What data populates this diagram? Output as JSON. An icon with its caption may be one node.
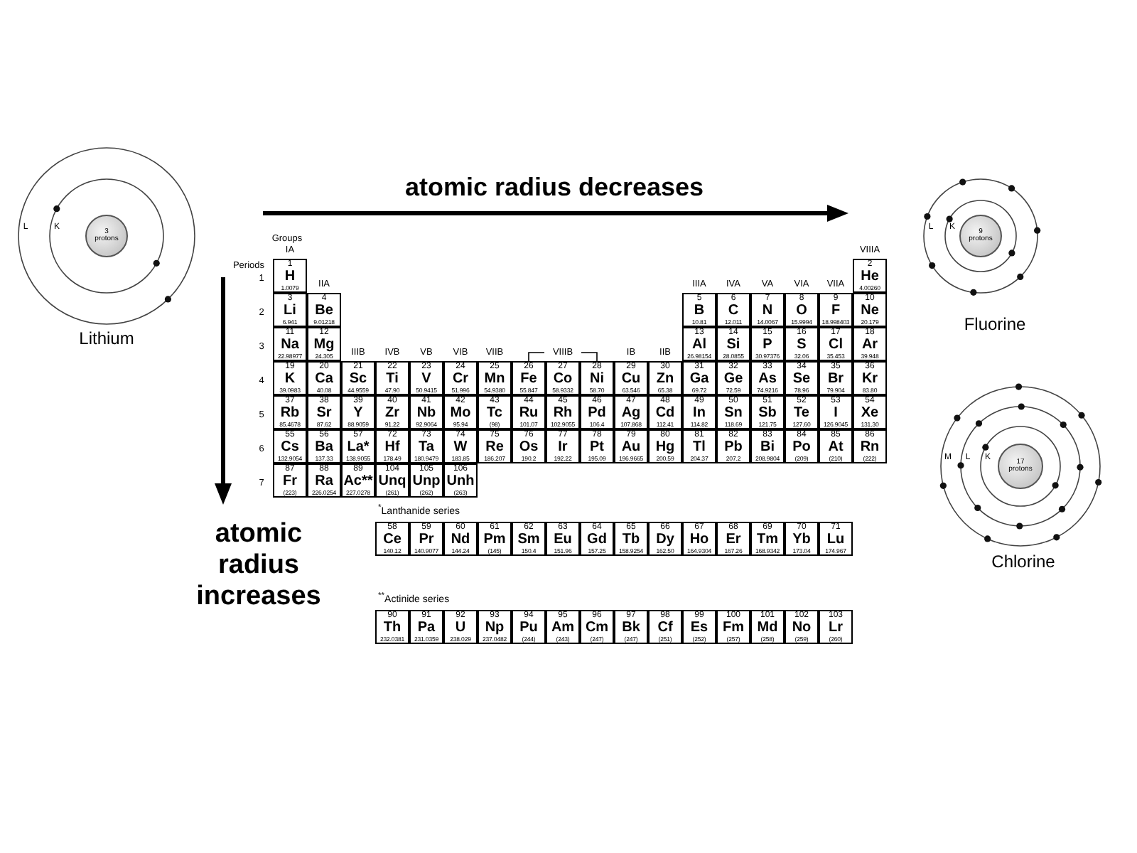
{
  "diagram": {
    "nodes": [
      {
        "text": [
          "3 protons"
        ]
      },
      {
        "text": [
          "9 protons"
        ]
      },
      {
        "text": [
          "17 protons"
        ]
      },
      {
        "text": [
          "1",
          "H",
          "1.0079"
        ]
      },
      {
        "text": [
          "2",
          "He",
          "4.00260"
        ]
      },
      {
        "text": [
          "3",
          "Li",
          "6.941"
        ]
      },
      {
        "text": [
          "4",
          "Be",
          "9.01218"
        ]
      },
      {
        "text": [
          "5",
          "B",
          "10.81"
        ]
      },
      {
        "text": [
          "6",
          "C",
          "12.011"
        ]
      },
      {
        "text": [
          "7",
          "N",
          "14.0067"
        ]
      },
      {
        "text": [
          "8",
          "O",
          "15.9994"
        ]
      },
      {
        "text": [
          "9",
          "F",
          "18.998403"
        ]
      },
      {
        "text": [
          "10",
          "Ne",
          "20.179"
        ]
      },
      {
        "text": [
          "11",
          "Na",
          "22.98977"
        ]
      },
      {
        "text": [
          "12",
          "Mg",
          "24.305"
        ]
      },
      {
        "text": [
          "13",
          "Al",
          "26.98154"
        ]
      },
      {
        "text": [
          "14",
          "Si",
          "28.0855"
        ]
      },
      {
        "text": [
          "15",
          "P",
          "30.97376"
        ]
      },
      {
        "text": [
          "16",
          "S",
          "32.06"
        ]
      },
      {
        "text": [
          "17",
          "Cl",
          "35.453"
        ]
      },
      {
        "text": [
          "18",
          "Ar",
          "39.948"
        ]
      },
      {
        "text": [
          "19",
          "K",
          "39.0983"
        ]
      },
      {
        "text": [
          "20",
          "Ca",
          "40.08"
        ]
      },
      {
        "text": [
          "21",
          "Sc",
          "44.9559"
        ]
      },
      {
        "text": [
          "22",
          "Ti",
          "47.90"
        ]
      },
      {
        "text": [
          "23",
          "V",
          "50.9415"
        ]
      },
      {
        "text": [
          "24",
          "Cr",
          "51.996"
        ]
      },
      {
        "text": [
          "25",
          "Mn",
          "54.9380"
        ]
      },
      {
        "text": [
          "26",
          "Fe",
          "55.847"
        ]
      },
      {
        "text": [
          "27",
          "Co",
          "58.9332"
        ]
      },
      {
        "text": [
          "28",
          "Ni",
          "58.70"
        ]
      },
      {
        "text": [
          "29",
          "Cu",
          "63.546"
        ]
      },
      {
        "text": [
          "30",
          "Zn",
          "65.38"
        ]
      },
      {
        "text": [
          "31",
          "Ga",
          "69.72"
        ]
      },
      {
        "text": [
          "32",
          "Ge",
          "72.59"
        ]
      },
      {
        "text": [
          "33",
          "As",
          "74.9216"
        ]
      },
      {
        "text": [
          "34",
          "Se",
          "78.96"
        ]
      },
      {
        "text": [
          "35",
          "Br",
          "79.904"
        ]
      },
      {
        "text": [
          "36",
          "Kr",
          "83.80"
        ]
      },
      {
        "text": [
          "37",
          "Rb",
          "85.4678"
        ]
      },
      {
        "text": [
          "38",
          "Sr",
          "87.62"
        ]
      },
      {
        "text": [
          "39",
          "Y",
          "88.9059"
        ]
      },
      {
        "text": [
          "40",
          "Zr",
          "91.22"
        ]
      },
      {
        "text": [
          "41",
          "Nb",
          "92.9064"
        ]
      },
      {
        "text": [
          "42",
          "Mo",
          "95.94"
        ]
      },
      {
        "text": [
          "43",
          "Tc",
          "(98)"
        ]
      },
      {
        "text": [
          "44",
          "Ru",
          "101.07"
        ]
      },
      {
        "text": [
          "45",
          "Rh",
          "102.9055"
        ]
      },
      {
        "text": [
          "46",
          "Pd",
          "106.4"
        ]
      },
      {
        "text": [
          "47",
          "Ag",
          "107.868"
        ]
      },
      {
        "text": [
          "48",
          "Cd",
          "112.41"
        ]
      },
      {
        "text": [
          "49",
          "In",
          "114.82"
        ]
      },
      {
        "text": [
          "50",
          "Sn",
          "118.69"
        ]
      },
      {
        "text": [
          "51",
          "Sb",
          "121.75"
        ]
      },
      {
        "text": [
          "52",
          "Te",
          "127.60"
        ]
      },
      {
        "text": [
          "53",
          "I",
          "126.9045"
        ]
      },
      {
        "text": [
          "54",
          "Xe",
          "131.30"
        ]
      },
      {
        "text": [
          "55",
          "Cs",
          "132.9054"
        ]
      },
      {
        "text": [
          "56",
          "Ba",
          "137.33"
        ]
      },
      {
        "text": [
          "57",
          "La*",
          "138.9055"
        ]
      },
      {
        "text": [
          "72",
          "Hf",
          "178.49"
        ]
      },
      {
        "text": [
          "73",
          "Ta",
          "180.9479"
        ]
      },
      {
        "text": [
          "74",
          "W",
          "183.85"
        ]
      },
      {
        "text": [
          "75",
          "Re",
          "186.207"
        ]
      },
      {
        "text": [
          "76",
          "Os",
          "190.2"
        ]
      },
      {
        "text": [
          "77",
          "Ir",
          "192.22"
        ]
      },
      {
        "text": [
          "78",
          "Pt",
          "195.09"
        ]
      },
      {
        "text": [
          "79",
          "Au",
          "196.9665"
        ]
      },
      {
        "text": [
          "80",
          "Hg",
          "200.59"
        ]
      },
      {
        "text": [
          "81",
          "Tl",
          "204.37"
        ]
      },
      {
        "text": [
          "82",
          "Pb",
          "207.2"
        ]
      },
      {
        "text": [
          "83",
          "Bi",
          "208.9804"
        ]
      },
      {
        "text": [
          "84",
          "Po",
          "(209)"
        ]
      },
      {
        "text": [
          "85",
          "At",
          "(210)"
        ]
      },
      {
        "text": [
          "86",
          "Rn",
          "(222)"
        ]
      },
      {
        "text": [
          "87",
          "Fr",
          "(223)"
        ]
      },
      {
        "text": [
          "88",
          "Ra",
          "226.0254"
        ]
      },
      {
        "text": [
          "89",
          "Ac**",
          "227.0278"
        ]
      },
      {
        "text": [
          "104",
          "Unq",
          "(261)"
        ]
      },
      {
        "text": [
          "105",
          "Unp",
          "(262)"
        ]
      },
      {
        "text": [
          "106",
          "Unh",
          "(263)"
        ]
      },
      {
        "text": [
          "58",
          "Ce",
          "140.12"
        ]
      },
      {
        "text": [
          "59",
          "Pr",
          "140.9077"
        ]
      },
      {
        "text": [
          "60",
          "Nd",
          "144.24"
        ]
      },
      {
        "text": [
          "61",
          "Pm",
          "(145)"
        ]
      },
      {
        "text": [
          "62",
          "Sm",
          "150.4"
        ]
      },
      {
        "text": [
          "63",
          "Eu",
          "151.96"
        ]
      },
      {
        "text": [
          "64",
          "Gd",
          "157.25"
        ]
      },
      {
        "text": [
          "65",
          "Tb",
          "158.9254"
        ]
      },
      {
        "text": [
          "66",
          "Dy",
          "162.50"
        ]
      },
      {
        "text": [
          "67",
          "Ho",
          "164.9304"
        ]
      },
      {
        "text": [
          "68",
          "Er",
          "167.26"
        ]
      },
      {
        "text": [
          "69",
          "Tm",
          "168.9342"
        ]
      },
      {
        "text": [
          "70",
          "Yb",
          "173.04"
        ]
      },
      {
        "text": [
          "71",
          "Lu",
          "174.967"
        ]
      },
      {
        "text": [
          "90",
          "Th",
          "232.0381"
        ]
      },
      {
        "text": [
          "91",
          "Pa",
          "231.0359"
        ]
      },
      {
        "text": [
          "92",
          "U",
          "238.029"
        ]
      },
      {
        "text": [
          "93",
          "Np",
          "237.0482"
        ]
      },
      {
        "text": [
          "94",
          "Pu",
          "(244)"
        ]
      },
      {
        "text": [
          "95",
          "Am",
          "(243)"
        ]
      },
      {
        "text": [
          "96",
          "Cm",
          "(247)"
        ]
      },
      {
        "text": [
          "97",
          "Bk",
          "(247)"
        ]
      },
      {
        "text": [
          "98",
          "Cf",
          "(251)"
        ]
      },
      {
        "text": [
          "99",
          "Es",
          "(252)"
        ]
      },
      {
        "text": [
          "100",
          "Fm",
          "(257)"
        ]
      },
      {
        "text": [
          "101",
          "Md",
          "(258)"
        ]
      },
      {
        "text": [
          "102",
          "No",
          "(259)"
        ]
      },
      {
        "text": [
          "103",
          "Lr",
          "(260)"
        ]
      }
    ],
    "labels": [
      "atomic radius decreases",
      "Groups",
      "IA",
      "VIIIA",
      "Periods",
      "IIA",
      "IIIA",
      "IVA",
      "VA",
      "VIA",
      "VIIA",
      "IIIB",
      "IVB",
      "VB",
      "VIB",
      "VIIB",
      "VIIIB",
      "IB",
      "IIB",
      "1",
      "2",
      "3",
      "4",
      "5",
      "6",
      "7",
      "$^{*}$Lanthanide series",
      "$^{**}$Actinide series",
      "atomic radius increases",
      "L",
      "K",
      "L",
      "K",
      "M",
      "L",
      "K",
      "Lithium",
      "Fluorine",
      "Chlorine"
    ]
  }
}
